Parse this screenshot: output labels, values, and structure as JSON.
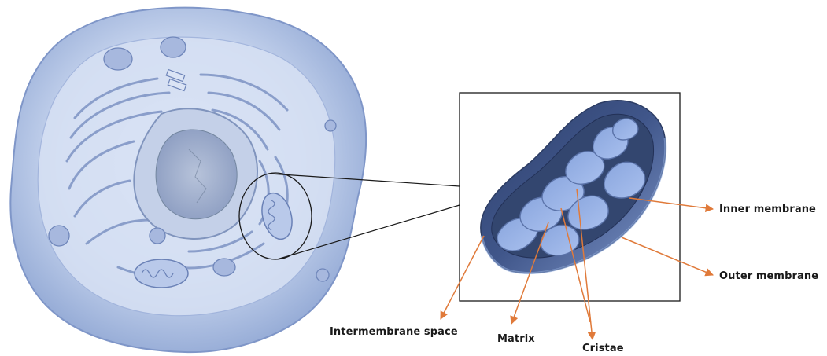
{
  "labels": {
    "inner_membrane": "Inner membrane",
    "outer_membrane": "Outer membrane",
    "intermembrane_space": "Intermembrane space",
    "matrix": "Matrix",
    "cristae": "Cristae"
  },
  "colors": {
    "arrow": "#e07a3a",
    "cell_fill": "#c9d6ef",
    "cell_outline": "#7f96c8",
    "mito_outer": "#4c6396",
    "mito_inner": "#93aee0",
    "frame": "#1a1a1a"
  },
  "icons": {
    "cell": "animal-cell-illustration",
    "mitochondrion": "mitochondrion-cutaway-illustration"
  }
}
